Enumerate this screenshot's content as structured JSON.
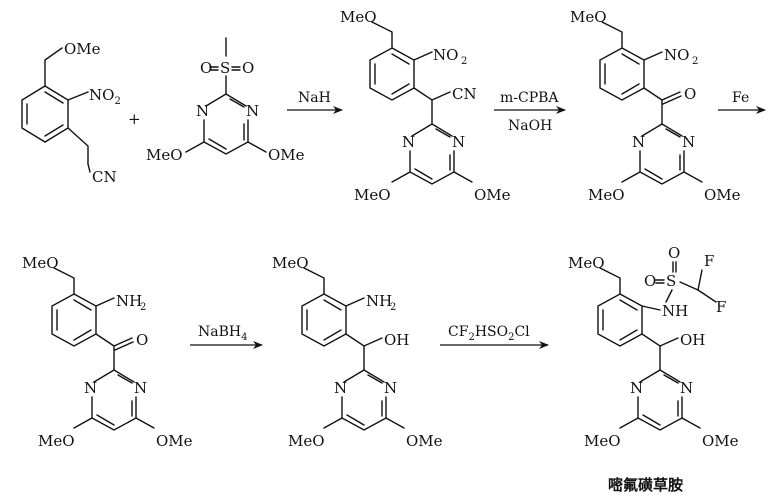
{
  "reagents": {
    "step1": "NaH",
    "step2_top": "m-CPBA",
    "step2_bottom": "NaOH",
    "step3": "Fe",
    "step4": "NaBH",
    "step4_sub": "4",
    "step5_a": "CF",
    "step5_b": "2",
    "step5_c": "HSO",
    "step5_d": "2",
    "step5_e": "Cl"
  },
  "plus_sign": "+",
  "labels": {
    "ome": "OMe",
    "meo": "MeO",
    "meo_side": "MeO",
    "no2": "NO",
    "no2_sub": "2",
    "nh2": "NH",
    "nh2_sub": "2",
    "cn": "CN",
    "n": "N",
    "o": "O",
    "s": "S",
    "oh": "OH",
    "nh": "NH",
    "f": "F"
  },
  "product_name": "嘧氟磺草胺"
}
